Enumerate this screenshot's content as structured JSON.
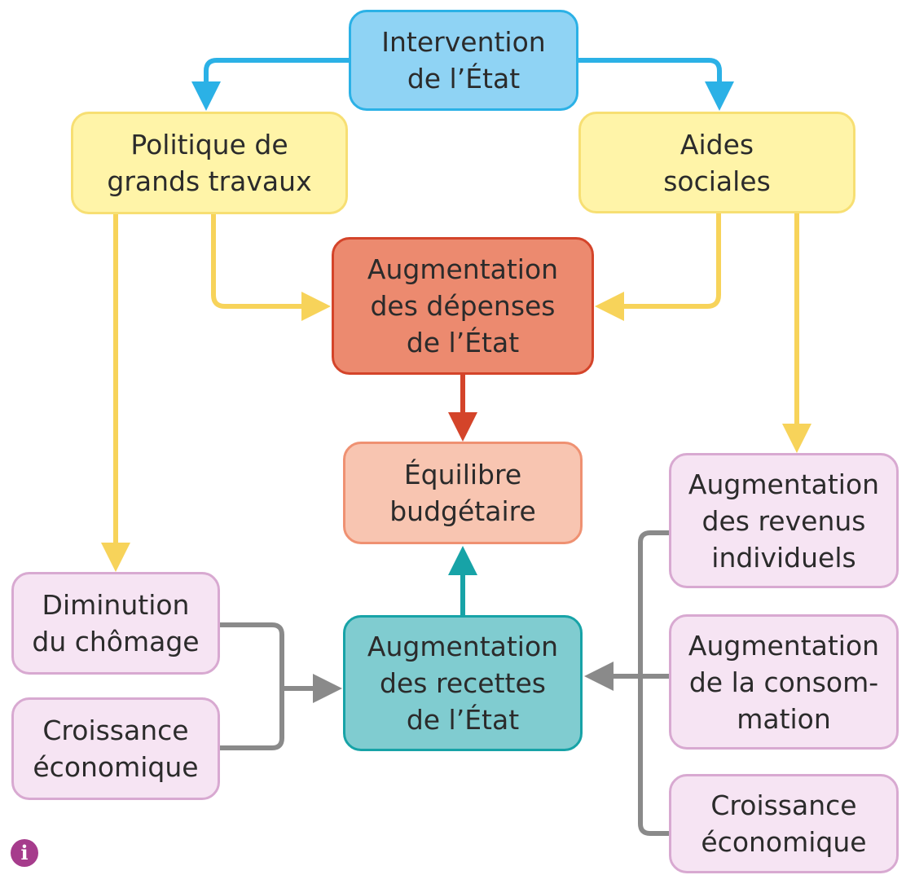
{
  "diagram": {
    "nodes": {
      "intervention": "Intervention\nde l’État",
      "politique": "Politique de\ngrands travaux",
      "aides": "Aides\nsociales",
      "depenses": "Augmentation\ndes dépenses\nde l’État",
      "equilibre": "Équilibre\nbudgétaire",
      "recettes": "Augmentation\ndes recettes\nde l’État",
      "diminution": "Diminution\ndu chômage",
      "croissance_left": "Croissance\néconomique",
      "revenus": "Augmentation\ndes revenus\nindividuels",
      "consommation": "Augmentation\nde la consom-\nmation",
      "croissance_right": "Croissance\néconomique"
    },
    "colors": {
      "blue_arrow": "#2bb1e6",
      "yellow_arrow": "#f7d35a",
      "red_arrow": "#d4442a",
      "teal_arrow": "#17a3a7",
      "gray_arrow": "#8a8a8a",
      "info_icon": "#a63c8c"
    },
    "icons": {
      "info": "i"
    }
  }
}
